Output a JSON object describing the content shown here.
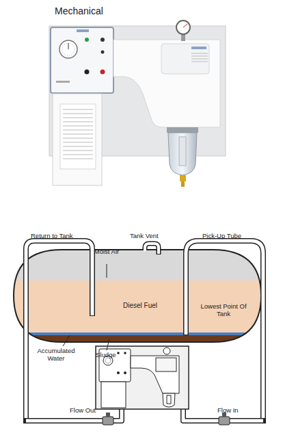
{
  "diagram": {
    "title": "Mechanical",
    "nodes": [
      {
        "text": [
          "Diesel Fuel"
        ]
      }
    ],
    "labels": [
      "Return to Tank",
      "Moist Air",
      "Tank Vent",
      "Pick-Up Tube",
      "Lowest Point Of Tank",
      "Accumulated Water",
      "Sludge",
      "Flow Out",
      "Flow In"
    ]
  }
}
